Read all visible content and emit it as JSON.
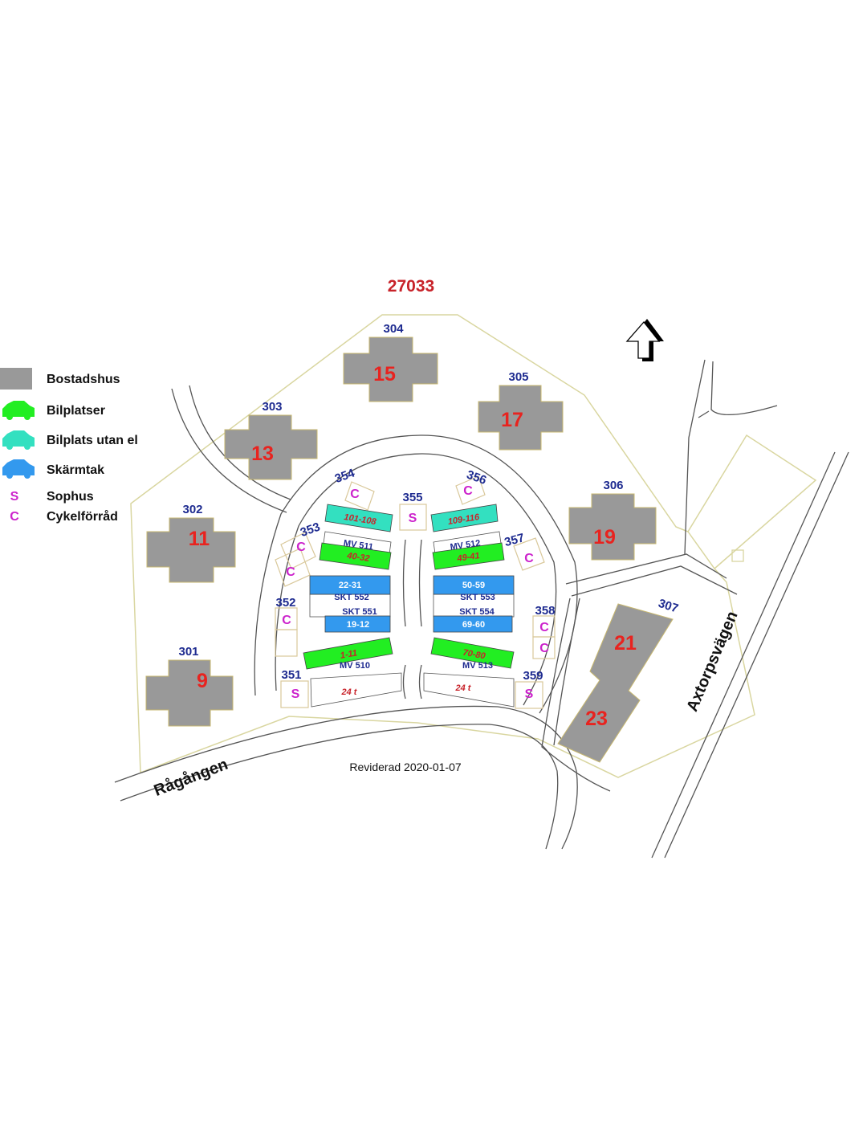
{
  "title": "27033",
  "revision": "Reviderad 2020-01-07",
  "legend": {
    "bostadshus": "Bostadshus",
    "bilplatser": "Bilplatser",
    "bilplats_utan_el": "Bilplats utan el",
    "skarmtak": "Skärmtak",
    "sophus": "Sophus",
    "cykelforrad": "Cykelförråd",
    "sophus_mark": "S",
    "cykel_mark": "C"
  },
  "roads": {
    "west": "Rågången",
    "east": "Axtorpsvägen"
  },
  "buildings": [
    {
      "lot": "301",
      "number": "9"
    },
    {
      "lot": "302",
      "number": "11"
    },
    {
      "lot": "303",
      "number": "13"
    },
    {
      "lot": "304",
      "number": "15"
    },
    {
      "lot": "305",
      "number": "17"
    },
    {
      "lot": "306",
      "number": "19"
    },
    {
      "lot": "307",
      "number": "21"
    },
    {
      "lot": "",
      "number": "23"
    }
  ],
  "sheds": {
    "l351": "351",
    "l352": "352",
    "l353": "353",
    "l354": "354",
    "l355": "355",
    "l356": "356",
    "l357": "357",
    "l358": "358",
    "l359": "359"
  },
  "parking": {
    "p101": "101-108",
    "p109": "109-116",
    "mv511": "MV 511",
    "mv512": "MV 512",
    "p40": "40-32",
    "p49": "49-41",
    "p22": "22-31",
    "p50": "50-59",
    "skt552": "SKT 552",
    "skt553": "SKT 553",
    "skt551": "SKT 551",
    "skt554": "SKT 554",
    "p19": "19-12",
    "p69": "69-60",
    "p1": "1-11",
    "p70": "70-80",
    "mv510": "MV 510",
    "mv513": "MV 513",
    "h24a": "24 t",
    "h24b": "24 t"
  },
  "colors": {
    "building": "#999999",
    "bilplatser": "#22ee22",
    "bilplats_utan_el": "#33e0c0",
    "skarmtak": "#3399ee",
    "sophus": "#cc22cc",
    "number": "#e8231f",
    "lot": "#1e2b90"
  },
  "icons": {
    "car": "car-icon",
    "north_arrow": "north-arrow-icon"
  }
}
